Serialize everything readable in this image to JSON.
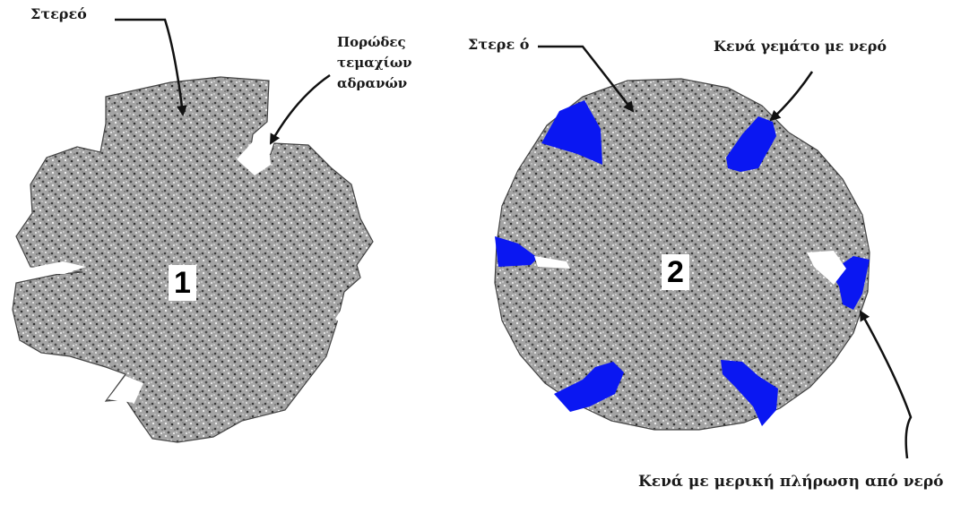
{
  "labels": {
    "solid_left": "Στερεό",
    "pores": "Πορώδες τεμαχίων αδρανών",
    "solid_right": "Στερε ό",
    "water_filled": "Κενά γεμάτο με νερό",
    "partially_filled": "Κενά με μερική πλήρωση από νερό"
  },
  "particles": [
    {
      "number": "1"
    },
    {
      "number": "2"
    }
  ],
  "colors": {
    "solid": "#9a9a9a",
    "solid_dark": "#3c3c3c",
    "water": "#0a17f2",
    "outline": "#333333",
    "background": "#ffffff"
  }
}
